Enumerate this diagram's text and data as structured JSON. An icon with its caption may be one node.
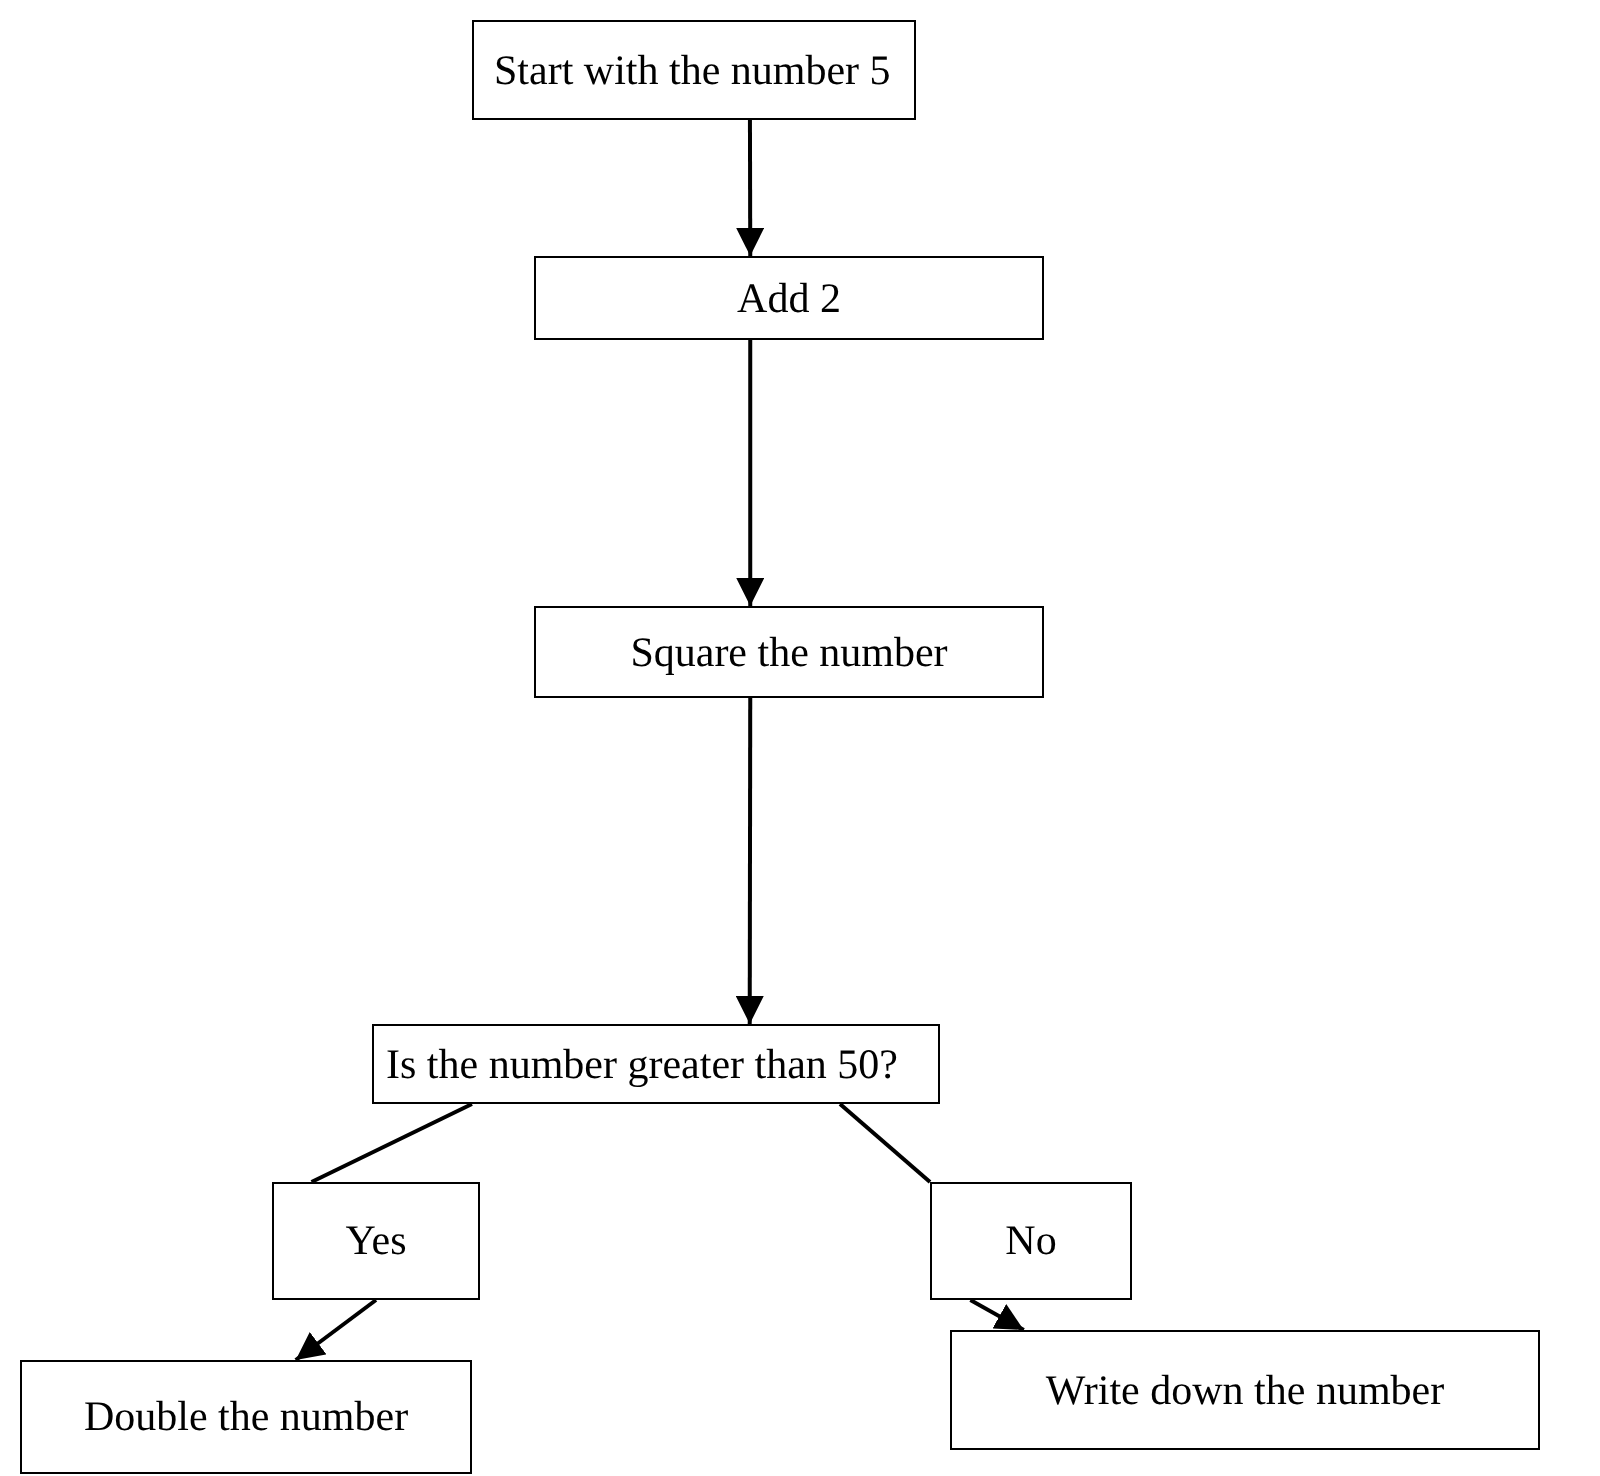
{
  "diagram": {
    "nodes": [
      {
        "text": [
          "Start with the number 5"
        ]
      },
      {
        "text": [
          "Add 2"
        ]
      },
      {
        "text": [
          "Square the number"
        ]
      },
      {
        "text": [
          "Is the number greater than 50?"
        ]
      },
      {
        "text": [
          "Yes"
        ]
      },
      {
        "text": [
          "No"
        ]
      },
      {
        "text": [
          "Double the number"
        ]
      },
      {
        "text": [
          "Write down the number"
        ]
      }
    ],
    "edges": [
      {
        "from": 0,
        "to": 1,
        "arrow": "to"
      },
      {
        "from": 1,
        "to": 2,
        "arrow": "to"
      },
      {
        "from": 2,
        "to": 3,
        "arrow": "to"
      },
      {
        "from": 3,
        "to": 4,
        "arrow": "none"
      },
      {
        "from": 4,
        "to": 6,
        "arrow": "to"
      },
      {
        "from": 3,
        "to": 5,
        "arrow": "none"
      },
      {
        "from": 5,
        "to": 7,
        "arrow": "to"
      }
    ]
  }
}
